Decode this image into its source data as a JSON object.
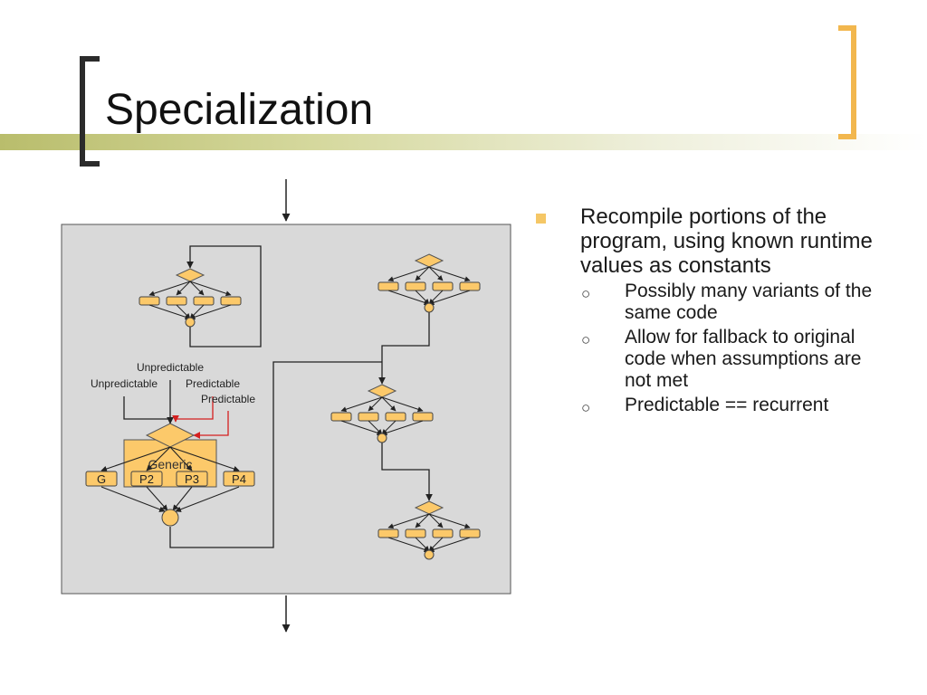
{
  "slide": {
    "title": "Specialization"
  },
  "bullets": {
    "main": "Recompile portions of the program, using known runtime values as constants",
    "subs": [
      "Possibly many variants of the same code",
      "Allow for fallback to original code when assumptions are not met",
      "Predictable == recurrent"
    ]
  },
  "diagram": {
    "labels": {
      "unpredictable_top": "Unpredictable",
      "unpredictable_left": "Unpredictable",
      "predictable_right": "Predictable",
      "predictable_lower": "Predictable"
    },
    "generic_label": "Generic",
    "variants": [
      "G",
      "P2",
      "P3",
      "P4"
    ]
  },
  "colors": {
    "block_fill": "#fcc96a",
    "panel_fill": "#d9d9d9",
    "bullet_marker": "#f5c766",
    "red_arrow": "#d42020",
    "accent_bracket": "#f2b74e"
  }
}
